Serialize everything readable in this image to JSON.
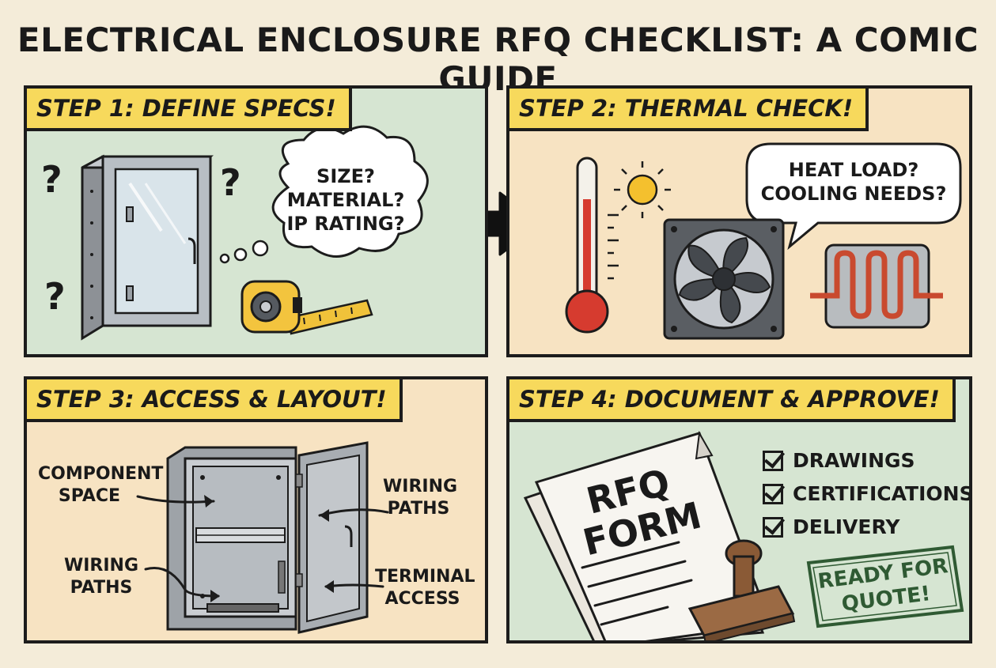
{
  "title": "ELECTRICAL ENCLOSURE RFQ CHECKLIST: A COMIC GUIDE",
  "panels": {
    "step1": {
      "caption": "STEP 1: DEFINE SPECS!",
      "bubble": [
        "SIZE?",
        "MATERIAL?",
        "IP RATING?"
      ],
      "qmark": "?"
    },
    "step2": {
      "caption": "STEP 2: THERMAL CHECK!",
      "bubble": [
        "HEAT LOAD?",
        "COOLING NEEDS?"
      ]
    },
    "step3": {
      "caption": "STEP 3: ACCESS & LAYOUT!",
      "labels": {
        "component_space": [
          "COMPONENT",
          "SPACE"
        ],
        "wiring_paths_right": [
          "WIRING",
          "PATHS"
        ],
        "wiring_paths_left": [
          "WIRING",
          "PATHS"
        ],
        "terminal_access": [
          "TERMINAL",
          "ACCESS"
        ]
      }
    },
    "step4": {
      "caption": "STEP 4: DOCUMENT & APPROVE!",
      "form_title": [
        "RFQ",
        "FORM"
      ],
      "checklist": [
        "DRAWINGS",
        "CERTIFICATIONS",
        "DELIVERY"
      ],
      "stamp": [
        "READY FOR",
        "QUOTE!"
      ]
    }
  },
  "colors": {
    "background": "#f4ecd9",
    "panel_green": "#d6e5d2",
    "panel_peach": "#f7e3c2",
    "caption_yellow": "#f7d95c",
    "ink": "#1c1c1c"
  }
}
